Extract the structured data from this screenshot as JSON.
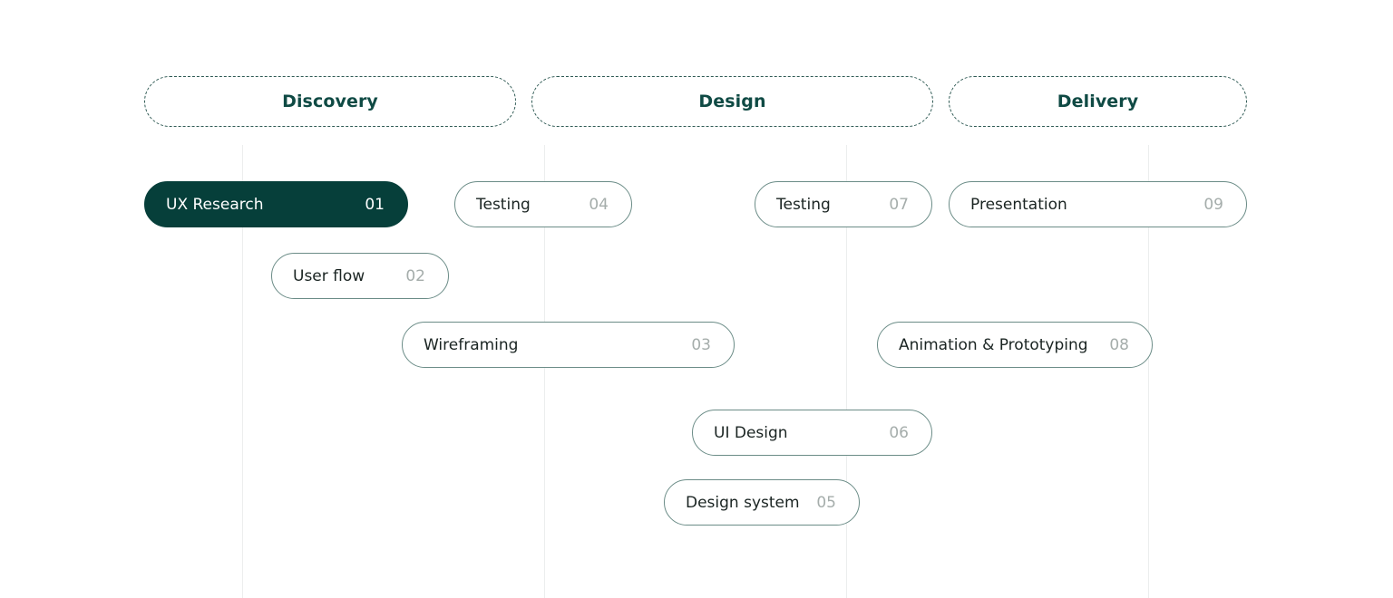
{
  "phases": [
    {
      "label": "Discovery"
    },
    {
      "label": "Design"
    },
    {
      "label": "Delivery"
    }
  ],
  "tasks": [
    {
      "label": "UX Research",
      "number": "01"
    },
    {
      "label": "User flow",
      "number": "02"
    },
    {
      "label": "Wireframing",
      "number": "03"
    },
    {
      "label": "Testing",
      "number": "04"
    },
    {
      "label": "Design system",
      "number": "05"
    },
    {
      "label": "UI Design",
      "number": "06"
    },
    {
      "label": "Testing",
      "number": "07"
    },
    {
      "label": "Animation & Prototyping",
      "number": "08"
    },
    {
      "label": "Presentation",
      "number": "09"
    }
  ],
  "colors": {
    "accent": "#063f3a",
    "phase_text": "#0f4a44",
    "pill_border": "#6b8c87",
    "number_muted": "#a5adab"
  }
}
